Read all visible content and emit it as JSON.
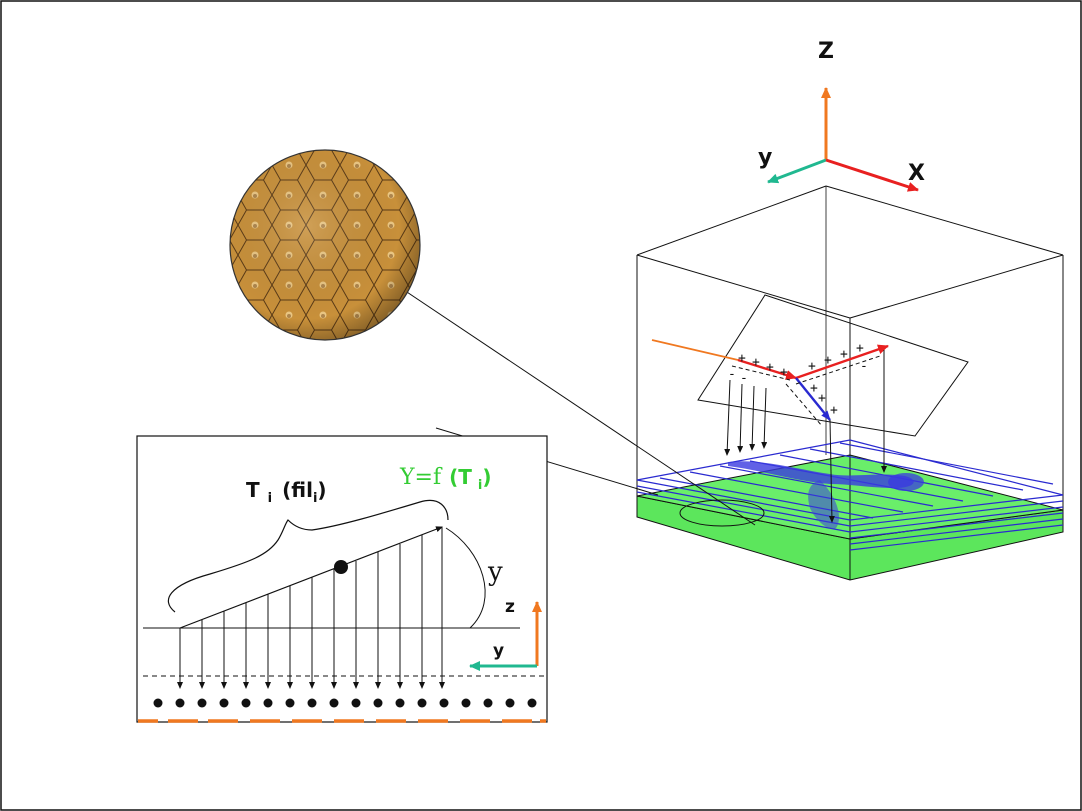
{
  "axes_3d": {
    "z": "Z",
    "y": "y",
    "x": "X"
  },
  "inset_axes": {
    "z": "z",
    "y": "y"
  },
  "inset_labels": {
    "ti_main": "T",
    "ti_sub": "i",
    "fil_main": "(fil",
    "fil_sub": "i",
    "fil_close": ")",
    "y_curve": "y"
  },
  "formula": {
    "lhs": "Y=f",
    "arg_open": "(T",
    "arg_sub": "i",
    "arg_close": ")"
  },
  "charge_signs": {
    "plus": "+",
    "minus": "-"
  },
  "colors": {
    "axis_z": "#f07820",
    "axis_y": "#20b890",
    "axis_x": "#e82020",
    "formula_green": "#33cc33",
    "plate_green": "#5ce65c",
    "wire_blue": "#2a2ad0",
    "track_blue": "#3a3ae0",
    "strip_orange": "#f07820",
    "honeycomb": "#c8903a"
  }
}
